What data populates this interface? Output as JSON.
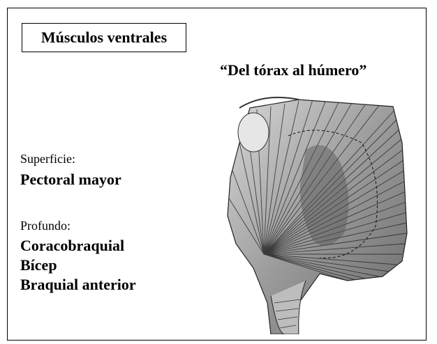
{
  "title": "Músculos ventrales",
  "quote": "“Del tórax al húmero”",
  "surface": {
    "label": "Superficie:",
    "muscles": [
      "Pectoral mayor"
    ]
  },
  "deep": {
    "label": "Profundo:",
    "muscles": [
      "Coracobraquial",
      "Bícep",
      "Braquial anterior"
    ]
  },
  "illustration": {
    "icon": "pectoral-muscle-anatomy-illustration"
  }
}
